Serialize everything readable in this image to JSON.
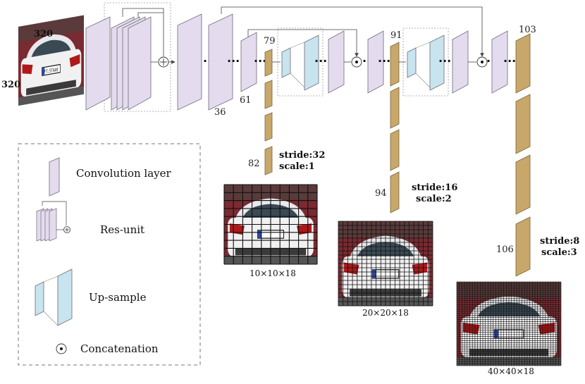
{
  "input": {
    "width_label": "320",
    "height_label": "320",
    "plate_text": "FT:5T4A9"
  },
  "layer_labels": {
    "l36": "36",
    "l61": "61",
    "l79": "79",
    "l82": "82",
    "l91": "91",
    "l94": "94",
    "l103": "103",
    "l106": "106"
  },
  "scales": [
    {
      "stride": "stride:32",
      "scale": "scale:1",
      "grid_label": "10×10×18",
      "grid_cells": 10
    },
    {
      "stride": "stride:16",
      "scale": "scale:2",
      "grid_label": "20×20×18",
      "grid_cells": 20
    },
    {
      "stride": "stride:8",
      "scale": "scale:3",
      "grid_label": "40×40×18",
      "grid_cells": 40
    }
  ],
  "legend": {
    "conv": "Convolution layer",
    "res": "Res-unit",
    "up": "Up-sample",
    "concat": "Concatenation"
  },
  "colors": {
    "conv_fill": "#e4dcee",
    "conv_stroke": "#6e6a78",
    "up_fill": "#c8e4ee",
    "output_fill": "#c8a86a",
    "output_stroke": "#7a6232",
    "line": "#444444",
    "car_body": "#f2f2f2",
    "car_bg": "#7a2a30",
    "grid": "#111111"
  }
}
